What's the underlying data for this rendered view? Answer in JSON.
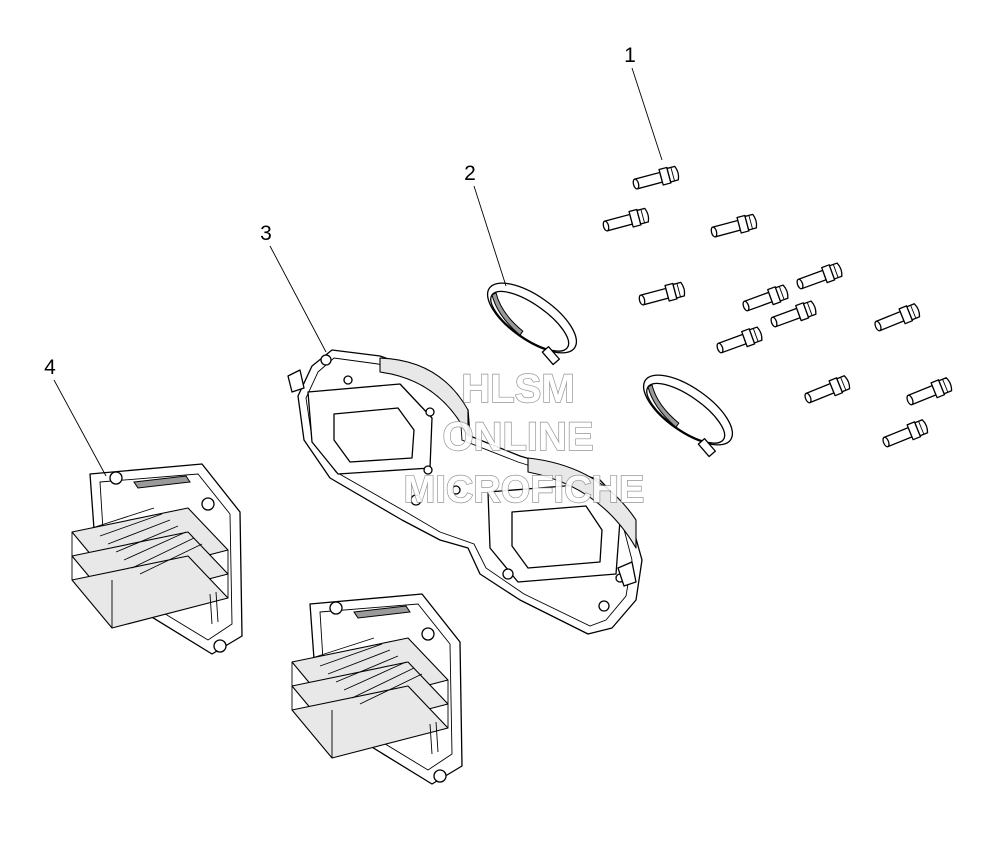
{
  "diagram": {
    "callouts": [
      {
        "id": "1",
        "label": "1"
      },
      {
        "id": "2",
        "label": "2"
      },
      {
        "id": "3",
        "label": "3"
      },
      {
        "id": "4",
        "label": "4"
      }
    ],
    "watermark": {
      "line1": "HLSM",
      "line2": "ONLINE",
      "line3": "MICROFICHE"
    }
  }
}
